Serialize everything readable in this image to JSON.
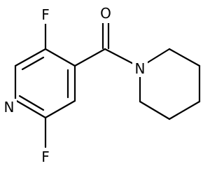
{
  "diagram": {
    "type": "chemical-structure",
    "atoms": {
      "fluorine_top": "F",
      "fluorine_bottom": "F",
      "oxygen": "O",
      "pyridine_nitrogen": "N",
      "piperidine_nitrogen": "N"
    }
  }
}
